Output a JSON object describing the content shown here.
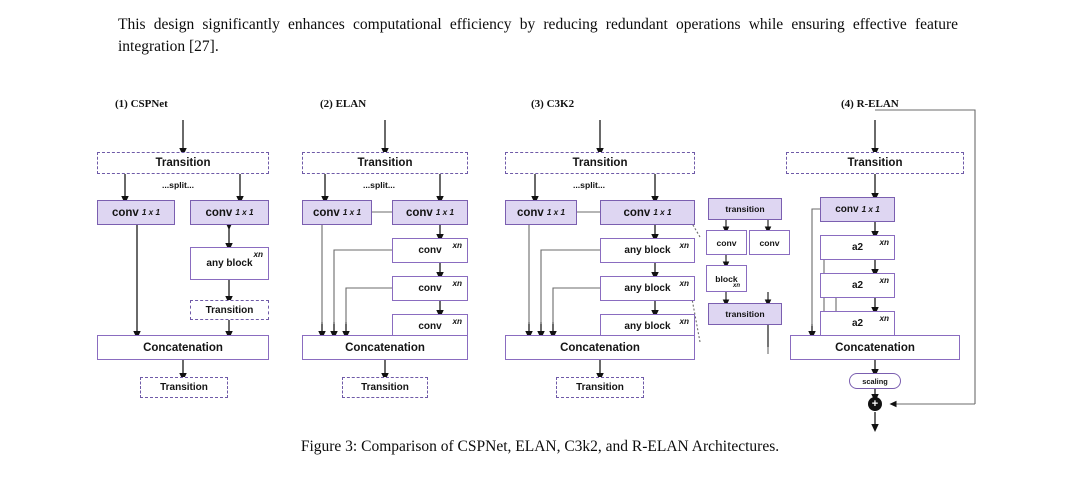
{
  "paragraph": "This design significantly enhances computational efficiency by reducing redundant operations while ensuring effective feature integration [27].",
  "caption": "Figure 3: Comparison of CSPNet, ELAN, C3k2, and R-ELAN Architectures.",
  "colors": {
    "fill_lavender": "#ded6f2",
    "border_purple": "#7b5fb0",
    "dashed_purple": "#6f5aa8",
    "arrow_black": "#111111",
    "connector_gray": "#6b6b6b",
    "page_background": "#ffffff"
  },
  "labels": {
    "transition": "Transition",
    "transition_lc": "transition",
    "concatenation": "Concatenation",
    "conv": "conv",
    "conv_1x1_sub": "1 x 1",
    "any_block": "any block",
    "block": "block",
    "a2": "a2",
    "xn": "xn",
    "split": "...split...",
    "scaling": "scaling",
    "plus": "+"
  },
  "columns": [
    {
      "id": "cspnet",
      "title": "(1) CSPNet",
      "nodes": [
        {
          "name": "transition-top",
          "label": "Transition",
          "style": "dashed"
        },
        {
          "name": "conv-left",
          "label": "conv",
          "sub": "1 x 1",
          "style": "fill"
        },
        {
          "name": "conv-right",
          "label": "conv",
          "sub": "1 x 1",
          "style": "fill"
        },
        {
          "name": "any-block",
          "label": "any block",
          "xn": "xn",
          "style": "white"
        },
        {
          "name": "transition-mid",
          "label": "Transition",
          "style": "dashed"
        },
        {
          "name": "concatenation",
          "label": "Concatenation",
          "style": "white"
        },
        {
          "name": "transition-bottom",
          "label": "Transition",
          "style": "dashed"
        }
      ]
    },
    {
      "id": "elan",
      "title": "(2) ELAN",
      "nodes": [
        {
          "name": "transition-top",
          "label": "Transition",
          "style": "dashed"
        },
        {
          "name": "conv-left",
          "label": "conv",
          "sub": "1 x 1",
          "style": "fill"
        },
        {
          "name": "conv-right",
          "label": "conv",
          "sub": "1 x 1",
          "style": "fill"
        },
        {
          "name": "conv-1",
          "label": "conv",
          "xn": "xn",
          "style": "white"
        },
        {
          "name": "conv-2",
          "label": "conv",
          "xn": "xn",
          "style": "white"
        },
        {
          "name": "conv-3",
          "label": "conv",
          "xn": "xn",
          "style": "white"
        },
        {
          "name": "concatenation",
          "label": "Concatenation",
          "style": "white"
        },
        {
          "name": "transition-bottom",
          "label": "Transition",
          "style": "dashed"
        }
      ]
    },
    {
      "id": "c3k2",
      "title": "(3) C3K2",
      "nodes": [
        {
          "name": "transition-top",
          "label": "Transition",
          "style": "dashed"
        },
        {
          "name": "conv-left",
          "label": "conv",
          "sub": "1 x 1",
          "style": "fill"
        },
        {
          "name": "conv-right",
          "label": "conv",
          "sub": "1 x 1",
          "style": "fill"
        },
        {
          "name": "any-block-1",
          "label": "any block",
          "xn": "xn",
          "style": "white"
        },
        {
          "name": "any-block-2",
          "label": "any block",
          "xn": "xn",
          "style": "white"
        },
        {
          "name": "any-block-3",
          "label": "any block",
          "xn": "xn",
          "style": "white"
        },
        {
          "name": "concatenation",
          "label": "Concatenation",
          "style": "white"
        },
        {
          "name": "transition-bottom",
          "label": "Transition",
          "style": "dashed"
        }
      ]
    },
    {
      "id": "r-elan",
      "title": "(4) R-ELAN",
      "nodes": [
        {
          "name": "transition-top",
          "label": "Transition",
          "style": "dashed"
        },
        {
          "name": "conv-1x1",
          "label": "conv",
          "sub": "1 x 1",
          "style": "fill"
        },
        {
          "name": "a2-1",
          "label": "a2",
          "xn": "xn",
          "style": "white"
        },
        {
          "name": "a2-2",
          "label": "a2",
          "xn": "xn",
          "style": "white"
        },
        {
          "name": "a2-3",
          "label": "a2",
          "xn": "xn",
          "style": "white"
        },
        {
          "name": "concatenation",
          "label": "Concatenation",
          "style": "white"
        },
        {
          "name": "scaling",
          "label": "scaling",
          "style": "pill"
        },
        {
          "name": "add-node",
          "label": "+",
          "style": "circle"
        }
      ]
    }
  ],
  "inset": {
    "id": "c3k2-detail",
    "nodes": [
      {
        "name": "transition-top",
        "label": "transition",
        "style": "fill"
      },
      {
        "name": "conv-left",
        "label": "conv",
        "style": "white"
      },
      {
        "name": "conv-right",
        "label": "conv",
        "style": "white"
      },
      {
        "name": "block",
        "label": "block",
        "xn": "xn",
        "style": "white"
      },
      {
        "name": "transition-bottom",
        "label": "transition",
        "style": "fill"
      }
    ]
  }
}
